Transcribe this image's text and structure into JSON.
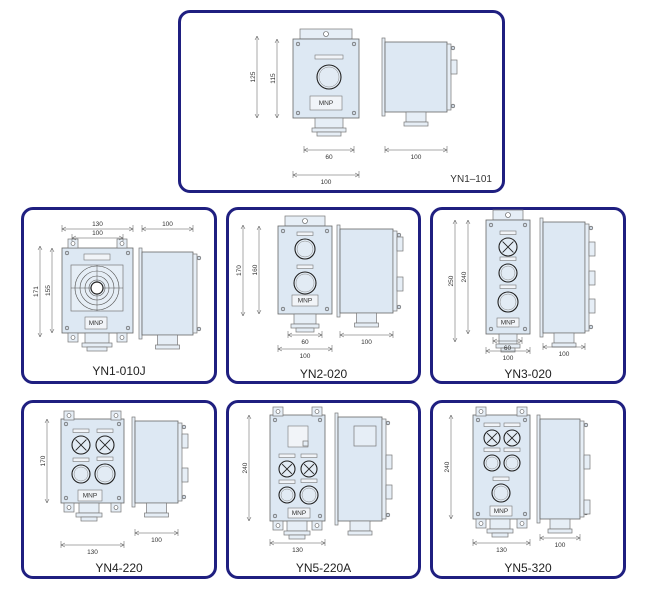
{
  "nameplate_text": "MNP",
  "colors": {
    "border": "#1f1f80",
    "enclosure": "#dde8f3"
  },
  "panels": [
    {
      "title": "YN1–101",
      "dims": [
        "125",
        "115",
        "60",
        "100",
        "100"
      ]
    },
    {
      "title": "YN1-010J",
      "dims": [
        "171",
        "155",
        "130",
        "100",
        "100"
      ]
    },
    {
      "title": "YN2-020",
      "dims": [
        "170",
        "160",
        "60",
        "100",
        "100"
      ]
    },
    {
      "title": "YN3-020",
      "dims": [
        "250",
        "240",
        "60",
        "100",
        "100"
      ]
    },
    {
      "title": "YN4-220",
      "dims": [
        "170",
        "130",
        "100"
      ]
    },
    {
      "title": "YN5-220A",
      "dims": [
        "240",
        "130"
      ]
    },
    {
      "title": "YN5-320",
      "dims": [
        "240",
        "130",
        "100"
      ]
    }
  ]
}
